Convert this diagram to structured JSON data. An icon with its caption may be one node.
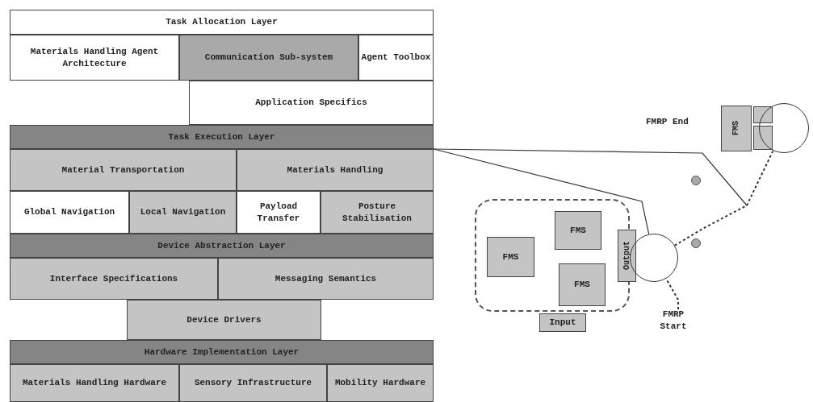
{
  "diagram": {
    "nodes": [
      {
        "text": [
          "Task Allocation Layer"
        ]
      },
      {
        "text": [
          "Materials Handling Agent Architecture"
        ]
      },
      {
        "text": [
          "Communication Sub-system"
        ]
      },
      {
        "text": [
          "Agent Toolbox"
        ]
      },
      {
        "text": [
          "Application Specifics"
        ]
      },
      {
        "text": [
          "Task Execution Layer"
        ]
      },
      {
        "text": [
          "Material Transportation"
        ]
      },
      {
        "text": [
          "Materials Handling"
        ]
      },
      {
        "text": [
          "Global Navigation"
        ]
      },
      {
        "text": [
          "Local Navigation"
        ]
      },
      {
        "text": [
          "Payload Transfer"
        ]
      },
      {
        "text": [
          "Posture Stabilisation"
        ]
      },
      {
        "text": [
          "Device Abstraction Layer"
        ]
      },
      {
        "text": [
          "Interface Specifications"
        ]
      },
      {
        "text": [
          "Messaging Semantics"
        ]
      },
      {
        "text": [
          "Device Drivers"
        ]
      },
      {
        "text": [
          "Hardware Implementation Layer"
        ]
      },
      {
        "text": [
          "Materials Handling Hardware"
        ]
      },
      {
        "text": [
          "Sensory Infrastructure"
        ]
      },
      {
        "text": [
          "Mobility Hardware"
        ]
      },
      {
        "text": [],
        "shape": "box"
      },
      {
        "text": [
          "FMS"
        ],
        "in": 20
      },
      {
        "text": [
          "FMS"
        ],
        "in": 20
      },
      {
        "text": [
          "FMS"
        ],
        "in": 20
      },
      {
        "text": [
          "Input"
        ]
      },
      {
        "text": [
          "Output"
        ]
      },
      {
        "text": [],
        "shape": "circle"
      },
      {
        "text": [
          "FMS"
        ]
      },
      {
        "text": [],
        "shape": "box"
      },
      {
        "text": [],
        "shape": "box"
      },
      {
        "text": [],
        "shape": "circle"
      },
      {
        "text": [],
        "shape": "circle"
      },
      {
        "text": [],
        "shape": "circle"
      },
      {
        "text": [
          "FMRP Start"
        ]
      }
    ],
    "edges": [
      {
        "from": 5,
        "to": 26,
        "arrow": "none"
      },
      {
        "from": 5,
        "to": null,
        "arrow": "none"
      },
      {
        "from": 33,
        "to": 26,
        "arrow": "none",
        "style": "dashed"
      },
      {
        "from": 26,
        "to": 30,
        "arrow": "none",
        "style": "dashed"
      }
    ],
    "labels": [
      "FMRP End"
    ]
  }
}
